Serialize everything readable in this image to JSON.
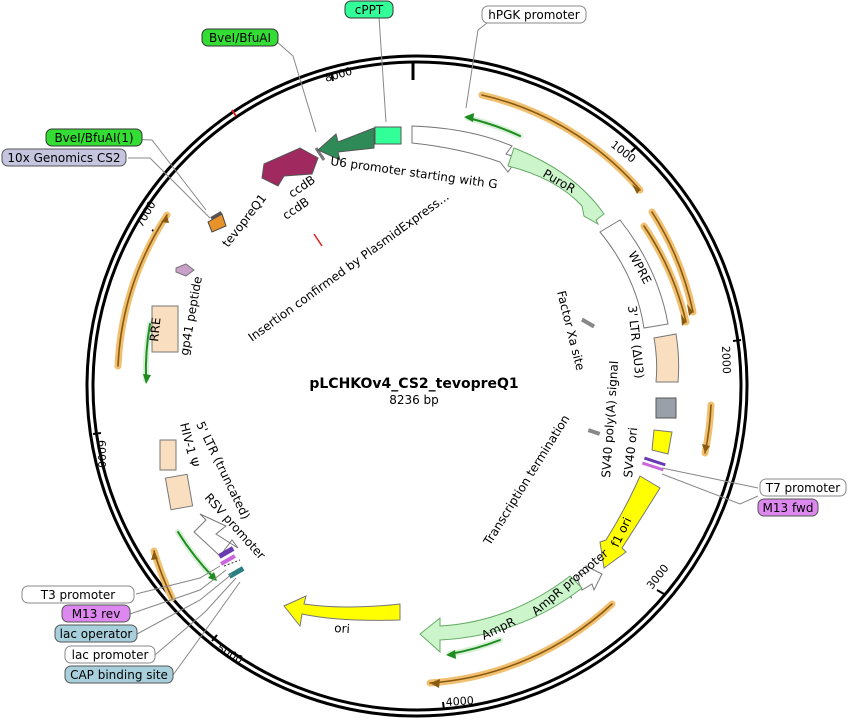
{
  "plasmid": {
    "name": "pLCHKOv4_CS2_tevopreQ1",
    "size": "8236 bp"
  },
  "ticks": [
    "1000",
    "2000",
    "3000",
    "4000",
    "5000",
    "6000",
    "7000",
    "8000"
  ],
  "callouts": {
    "cppt": "cPPT",
    "hpgk_promoter": "hPGK promoter",
    "bvei_bfuai": "BveI/BfuAI",
    "bvei_bfuai_1": "BveI/BfuAI(1)",
    "genomics_cs2": "10x Genomics CS2",
    "t7_promoter": "T7 promoter",
    "m13_fwd": "M13 fwd",
    "t3_promoter": "T3 promoter",
    "m13_rev": "M13 rev",
    "lac_operator": "lac operator",
    "lac_promoter": "lac promoter",
    "cap_binding_site": "CAP binding site"
  },
  "features": {
    "u6_promoter": "U6 promoter starting with G",
    "puror": "PuroR",
    "wpre": "WPRE",
    "ltr3": "3' LTR (ΔU3)",
    "factor_xa": "Factor Xa site",
    "sv40_polya": "SV40 poly(A) signal",
    "sv40_ori": "SV40 ori",
    "transcription_termination": "Transcription termination",
    "f1_ori": "f1 ori",
    "ampr_promoter": "AmpR promoter",
    "ampr": "AmpR",
    "ori": "ori",
    "rsv_promoter": "RSV promoter",
    "ltr5": "5' LTR (truncated)",
    "hiv_psi": "HIV-1 Ψ",
    "rre": "RRE",
    "gp41": "gp41 peptide",
    "tevopreq1": "tevopreQ1",
    "ccdb_a": "ccdB",
    "ccdb_b": "ccdB",
    "insertion": "Insertion confirmed by PlasmidExpress..."
  },
  "colors": {
    "green_label": "#33dd33",
    "mint_label": "#33ff99",
    "lavender_label": "#c5c5e0",
    "violet_label": "#dd88ee",
    "blue_label": "#a8d0dc",
    "orange_arc": "#f0c070",
    "orange_arc_core": "#8a5a10",
    "green_arc": "#1e8c1e",
    "marker_red": "#e02020"
  }
}
